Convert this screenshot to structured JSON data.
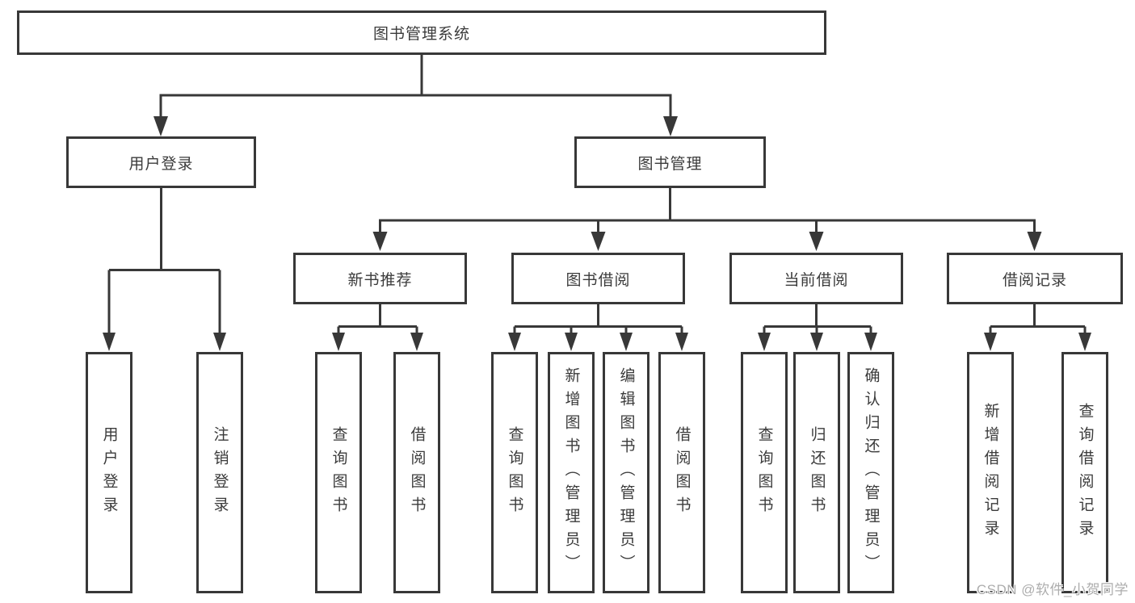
{
  "tree": {
    "label": "图书管理系统",
    "children": [
      {
        "label": "用户登录",
        "children": [
          {
            "label": "用户登录"
          },
          {
            "label": "注销登录"
          }
        ]
      },
      {
        "label": "图书管理",
        "children": [
          {
            "label": "新书推荐",
            "children": [
              {
                "label": "查询图书"
              },
              {
                "label": "借阅图书"
              }
            ]
          },
          {
            "label": "图书借阅",
            "children": [
              {
                "label": "查询图书"
              },
              {
                "label": "新增图书（管理员）"
              },
              {
                "label": "编辑图书（管理员）"
              },
              {
                "label": "借阅图书"
              }
            ]
          },
          {
            "label": "当前借阅",
            "children": [
              {
                "label": "查询图书"
              },
              {
                "label": "归还图书"
              },
              {
                "label": "确认归还（管理员）"
              }
            ]
          },
          {
            "label": "借阅记录",
            "children": [
              {
                "label": "新增借阅记录"
              },
              {
                "label": "查询借阅记录"
              }
            ]
          }
        ]
      }
    ]
  },
  "watermark": {
    "text": "CSDN @软件_小贺同学"
  },
  "colors": {
    "line": "#383838",
    "box_border": "#383838",
    "box_background": "#ffffff",
    "text": "#3b3b3b",
    "page_background": "#ffffff",
    "watermark": "#adadad"
  }
}
